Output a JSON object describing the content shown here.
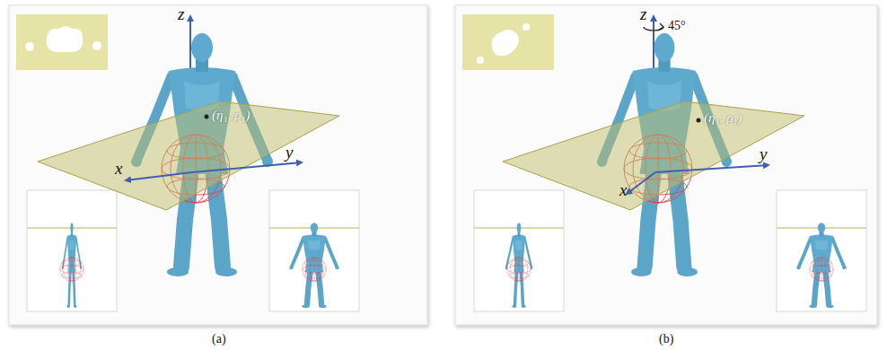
{
  "diagram": {
    "labels": [
      "z",
      "(η₁, ρ₁)",
      "x",
      "y",
      "(a)",
      "z",
      "45°",
      "(η₁, ρ₁)",
      "x",
      "y",
      "(b)"
    ]
  }
}
